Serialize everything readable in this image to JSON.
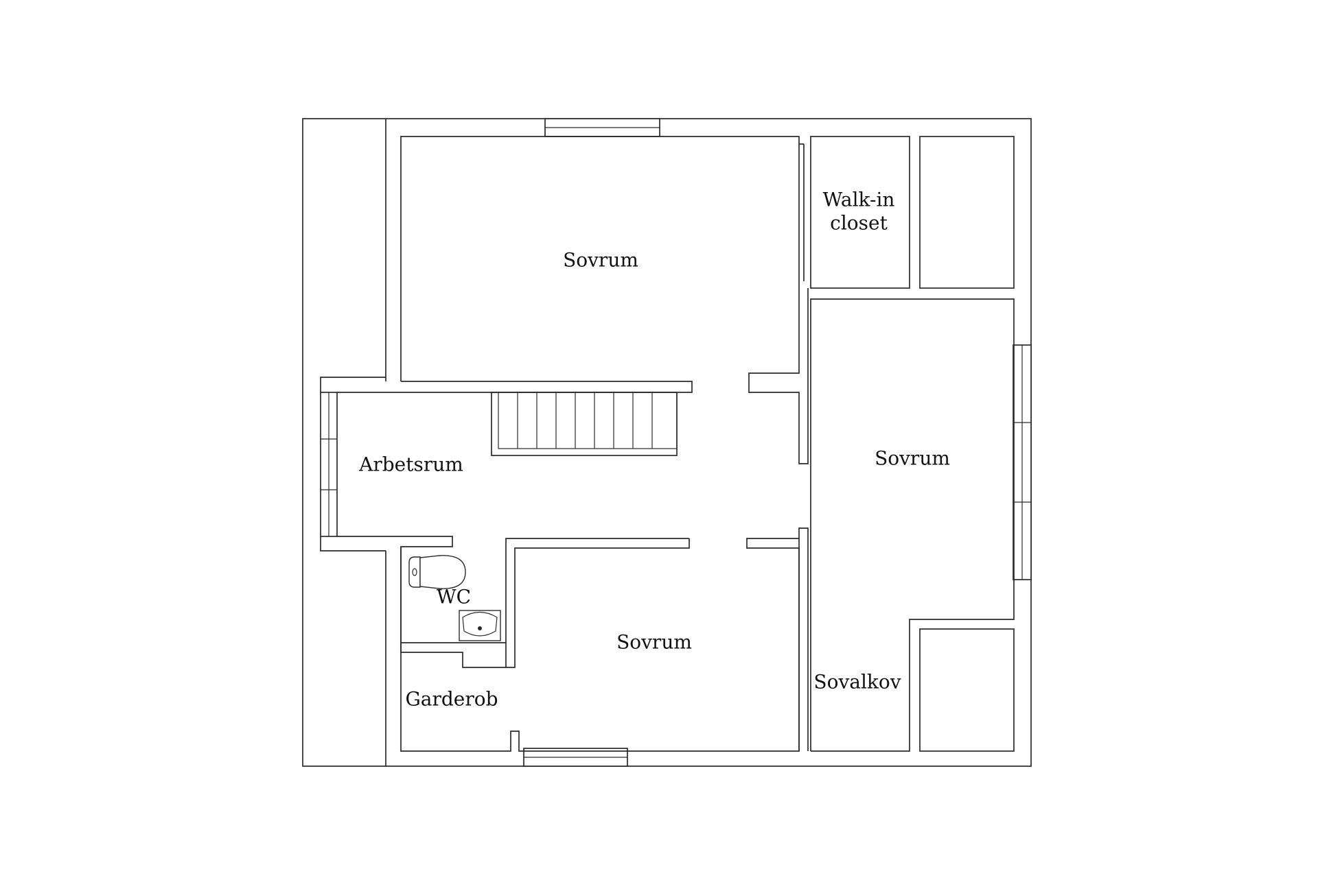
{
  "rooms": {
    "sovrum_top": "Sovrum",
    "walk_in_line1": "Walk-in",
    "walk_in_line2": "closet",
    "arbetsrum": "Arbetsrum",
    "sovrum_right": "Sovrum",
    "wc": "WC",
    "sovrum_bottom": "Sovrum",
    "garderob": "Garderob",
    "sovalkov": "Sovalkov"
  }
}
